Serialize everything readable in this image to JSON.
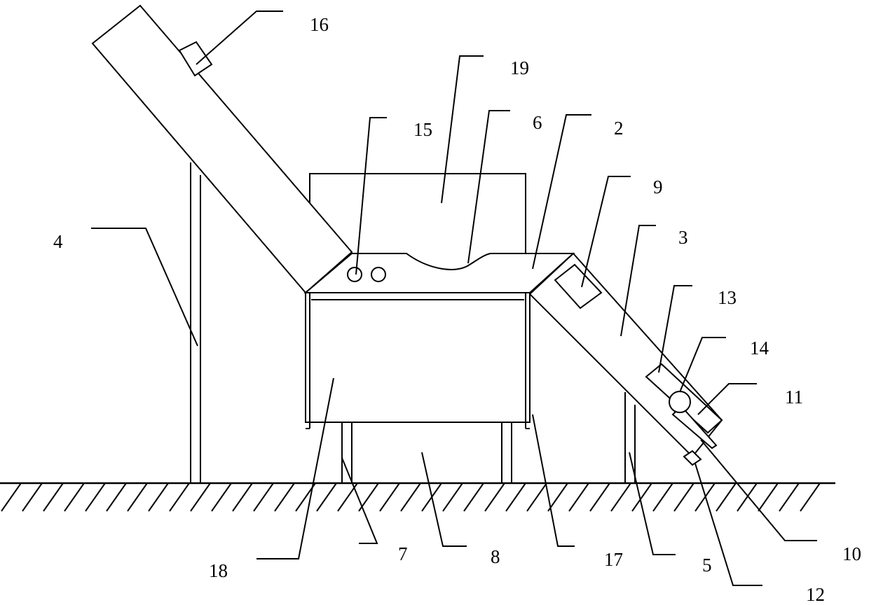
{
  "diagram": {
    "colors": {
      "stroke": "#000000",
      "background": "#ffffff"
    },
    "labels": {
      "l2": "2",
      "l3": "3",
      "l4": "4",
      "l5": "5",
      "l6": "6",
      "l7": "7",
      "l8": "8",
      "l9": "9",
      "l10": "10",
      "l11": "11",
      "l12": "12",
      "l13": "13",
      "l14": "14",
      "l15": "15",
      "l16": "16",
      "l17": "17",
      "l18": "18",
      "l19": "19"
    }
  }
}
